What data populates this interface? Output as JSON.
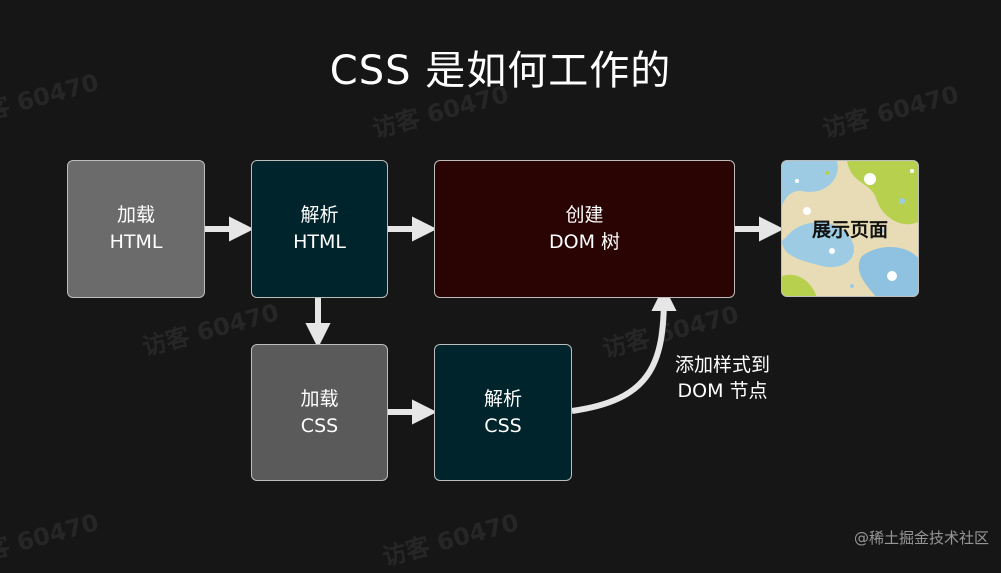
{
  "title": "CSS 是如何工作的",
  "nodes": {
    "load_html": {
      "line1": "加载",
      "line2": "HTML"
    },
    "parse_html": {
      "line1": "解析",
      "line2": "HTML"
    },
    "create_dom": {
      "line1": "创建",
      "line2": "DOM 树"
    },
    "display_page": {
      "label": "展示页面"
    },
    "load_css": {
      "line1": "加载",
      "line2": "CSS"
    },
    "parse_css": {
      "line1": "解析",
      "line2": "CSS"
    }
  },
  "edge_label": {
    "line1": "添加样式到",
    "line2": "DOM 节点"
  },
  "watermark": "访客 60470",
  "footer": "@稀土掘金技术社区",
  "colors": {
    "background": "#161616",
    "gray_box": "#6b6b6b",
    "teal_box": "#00242b",
    "dark_red_box": "#2a0303",
    "arrow": "#e6e6e6"
  }
}
